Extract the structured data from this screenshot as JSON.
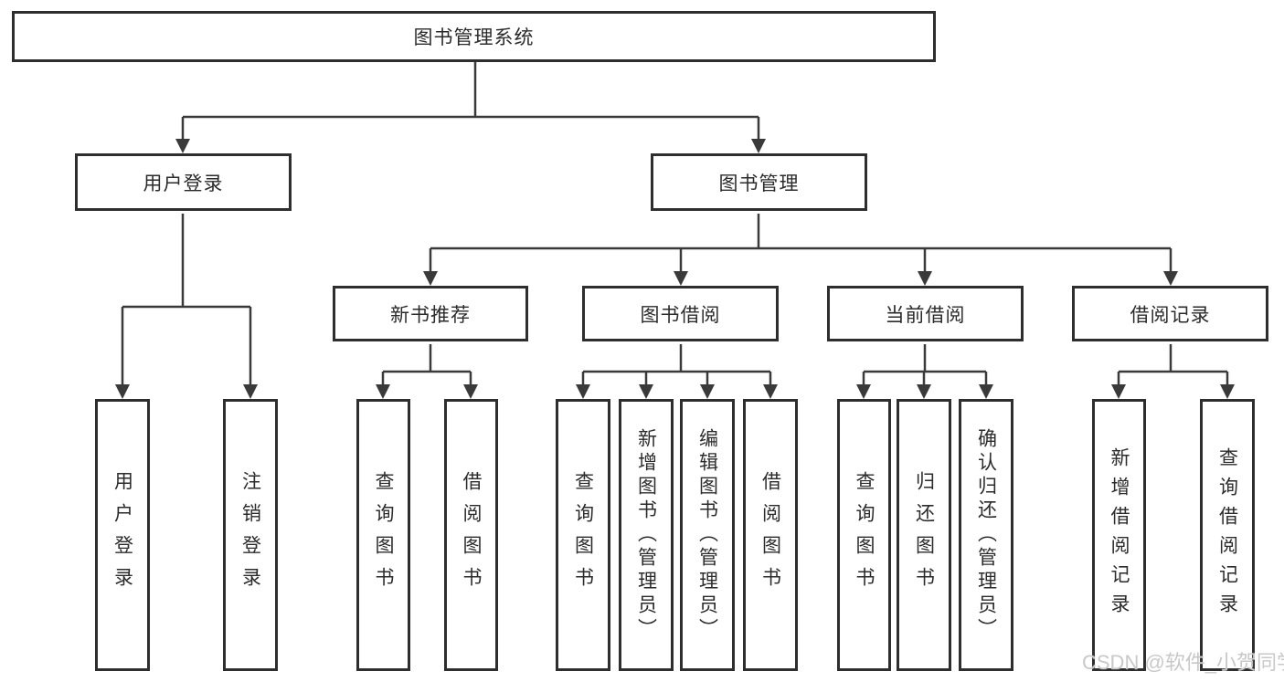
{
  "diagram": {
    "title": "图书管理系统",
    "colors": {
      "line": "#3a3a3a",
      "box_border": "#2e2e2e",
      "box_fill": "#ffffff",
      "text": "#2b2b2b",
      "watermark_text": "#c8c8c8"
    },
    "root": {
      "label": "图书管理系统"
    },
    "level2": {
      "user_login": {
        "label": "用户登录"
      },
      "book_management": {
        "label": "图书管理"
      }
    },
    "level3": {
      "new_book_recommend": {
        "label": "新书推荐"
      },
      "book_borrow": {
        "label": "图书借阅"
      },
      "current_borrow": {
        "label": "当前借阅"
      },
      "borrow_record": {
        "label": "借阅记录"
      }
    },
    "leaves": {
      "user_login_leaf": {
        "label": "用户登录"
      },
      "logout": {
        "label": "注销登录"
      },
      "query_book_recommend": {
        "label": "查询图书"
      },
      "borrow_book_recommend": {
        "label": "借阅图书"
      },
      "query_book_borrow": {
        "label": "查询图书"
      },
      "add_book_admin": {
        "label": "新增图书（管理员）"
      },
      "edit_book_admin": {
        "label": "编辑图书（管理员）"
      },
      "borrow_book_borrow": {
        "label": "借阅图书"
      },
      "query_book_current": {
        "label": "查询图书"
      },
      "return_book": {
        "label": "归还图书"
      },
      "confirm_return_admin": {
        "label": "确认归还（管理员）"
      },
      "add_borrow_record": {
        "label": "新增借阅记录"
      },
      "query_borrow_record": {
        "label": "查询借阅记录"
      }
    },
    "watermark": {
      "text": "CSDN @软件_小贺同学"
    }
  }
}
